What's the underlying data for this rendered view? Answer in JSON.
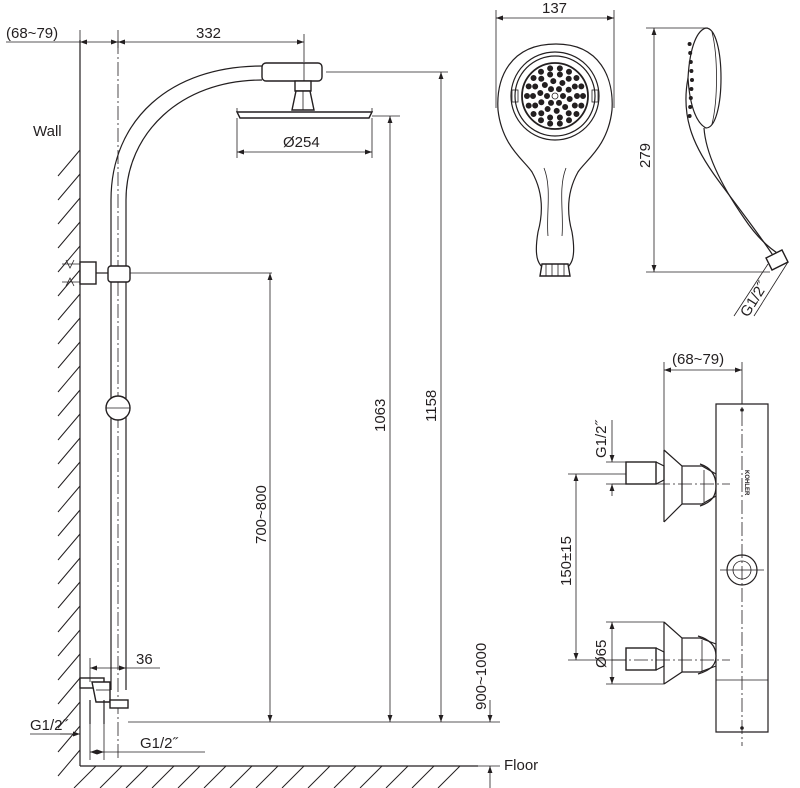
{
  "labels": {
    "wall": "Wall",
    "floor": "Floor"
  },
  "dimensions": {
    "wall_offset_top": "(68~79)",
    "arm_length": "332",
    "head_diameter": "Ø254",
    "height_head": "1063",
    "height_arm": "1158",
    "height_bracket": "700~800",
    "outlet_offset": "36",
    "inlet_thread_wall": "G1/2˝",
    "inlet_thread_bottom": "G1/2˝",
    "valve_height": "900~1000",
    "handshower_width": "137",
    "handshower_length": "279",
    "hose_thread": "G1/2˝",
    "mixer_wall_offset": "(68~79)",
    "mixer_thread": "G1/2˝",
    "mixer_centers": "150±15",
    "mixer_diameter": "Ø65"
  },
  "mixer_brand": "KOHLER"
}
